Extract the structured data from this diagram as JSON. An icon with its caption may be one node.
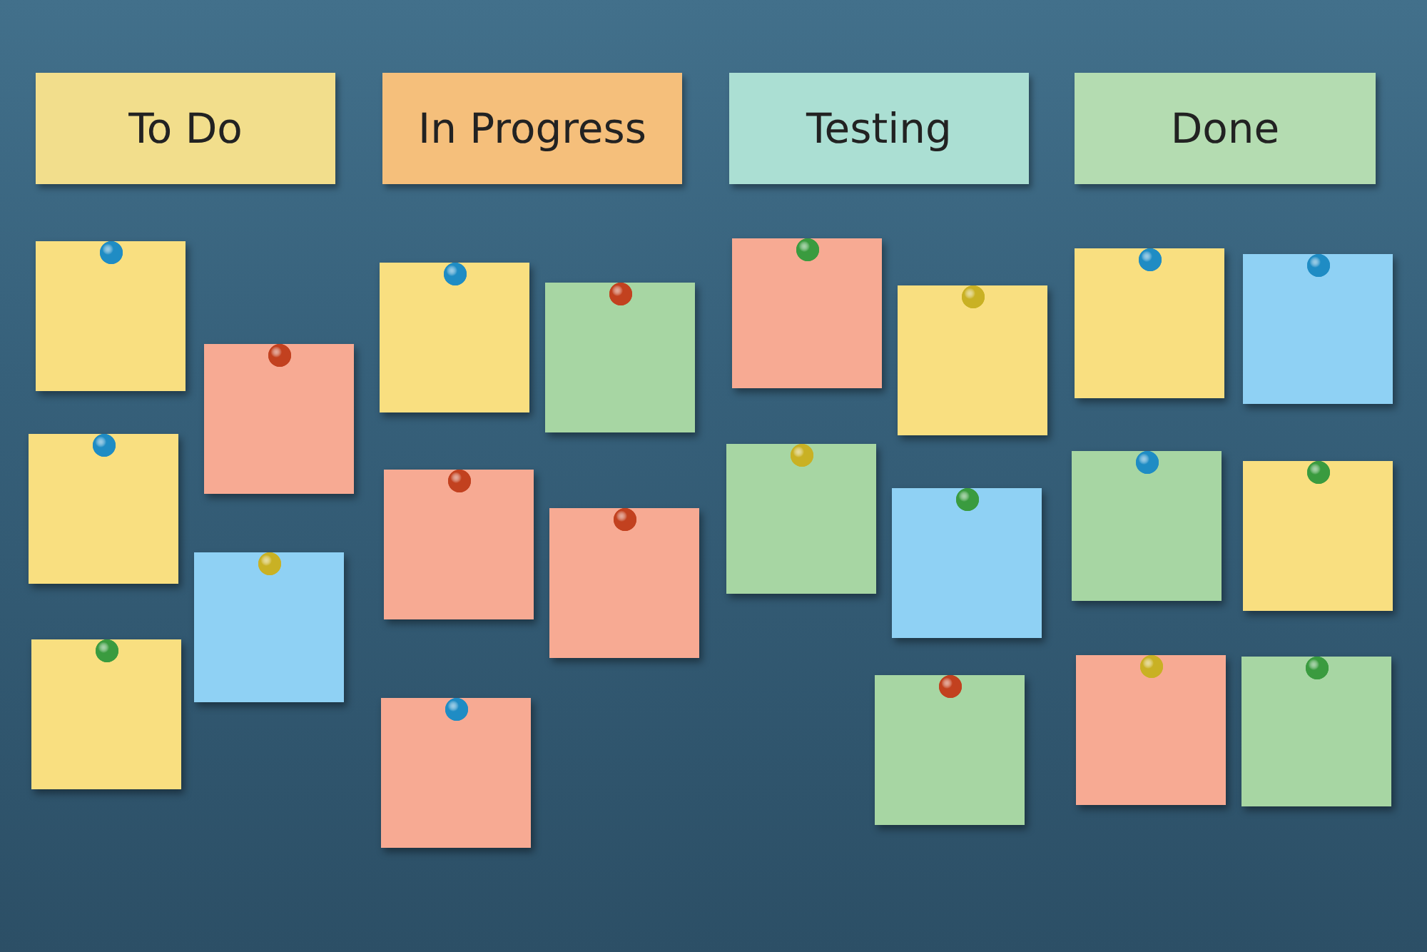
{
  "diagram": {
    "nodes": [
      {
        "text": [
          "To Do"
        ]
      },
      {
        "text": [
          "In Progress"
        ]
      },
      {
        "text": [
          "Testing"
        ]
      },
      {
        "text": [
          "Done"
        ]
      },
      {
        "text": [],
        "shape": "box"
      },
      {
        "text": [],
        "shape": "box"
      },
      {
        "text": [],
        "shape": "box"
      },
      {
        "text": [],
        "shape": "box"
      },
      {
        "text": [],
        "shape": "box"
      },
      {
        "text": [],
        "shape": "box"
      },
      {
        "text": [],
        "shape": "box"
      },
      {
        "text": [],
        "shape": "box"
      },
      {
        "text": [],
        "shape": "box"
      },
      {
        "text": [],
        "shape": "box"
      },
      {
        "text": [],
        "shape": "box"
      },
      {
        "text": [],
        "shape": "box"
      },
      {
        "text": [],
        "shape": "box"
      },
      {
        "text": [],
        "shape": "box"
      },
      {
        "text": [],
        "shape": "box"
      },
      {
        "text": [],
        "shape": "box"
      },
      {
        "text": [],
        "shape": "box"
      },
      {
        "text": [],
        "shape": "box"
      },
      {
        "text": [],
        "shape": "box"
      },
      {
        "text": [],
        "shape": "box"
      },
      {
        "text": [],
        "shape": "box"
      }
    ]
  }
}
